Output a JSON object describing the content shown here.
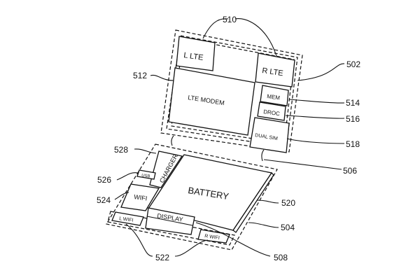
{
  "figure": {
    "components": {
      "l_lte": "L LTE",
      "r_lte": "R LTE",
      "lte_modem": "LTE MODEM",
      "mem": "MEM",
      "droc": "DROC",
      "dual_sim": "DUAL SIM",
      "battery": "BATTERY",
      "charger": "CHARGER",
      "usb": "USB",
      "wifi": "WIFI",
      "l_wifi": "L WIFI",
      "r_wifi": "R WIFI",
      "display": "DISPLAY"
    },
    "reference_numerals": {
      "r510": "510",
      "r502": "502",
      "r512": "512",
      "r514": "514",
      "r516": "516",
      "r518": "518",
      "r506": "506",
      "r528": "528",
      "r526": "526",
      "r524": "524",
      "r520": "520",
      "r504": "504",
      "r522": "522",
      "r508": "508"
    }
  }
}
